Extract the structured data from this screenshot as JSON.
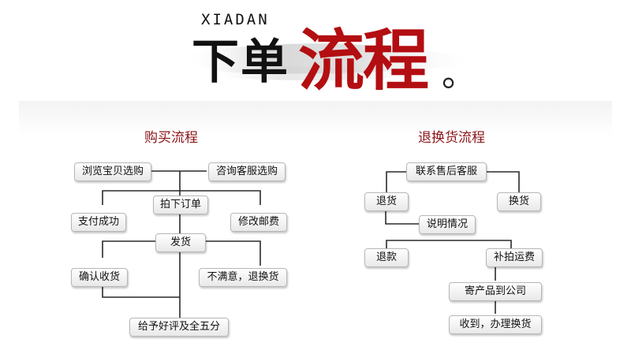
{
  "banner": {
    "subtitle": "XIADAN",
    "title_black": "下单",
    "title_red": "流程",
    "title_mark": "。"
  },
  "purchase": {
    "heading": "购买流程",
    "nodes": {
      "browse": "浏览宝贝选购",
      "consult": "咨询客服选购",
      "order": "拍下订单",
      "paid": "支付成功",
      "postage": "修改邮费",
      "ship": "发货",
      "confirm": "确认收货",
      "unsatisfied": "不满意，退换货",
      "rate": "给予好评及全五分"
    }
  },
  "returns": {
    "heading": "退换货流程",
    "nodes": {
      "contact": "联系售后客服",
      "return": "退货",
      "exchange": "换货",
      "explain": "说明情况",
      "refund": "退款",
      "shipping_fee": "补拍运费",
      "send_back": "寄产品到公司",
      "received": "收到，办理换货"
    }
  },
  "colors": {
    "accent_red": "#b30e12",
    "heading_red": "#8c1418",
    "connector": "#2a2a2a"
  }
}
